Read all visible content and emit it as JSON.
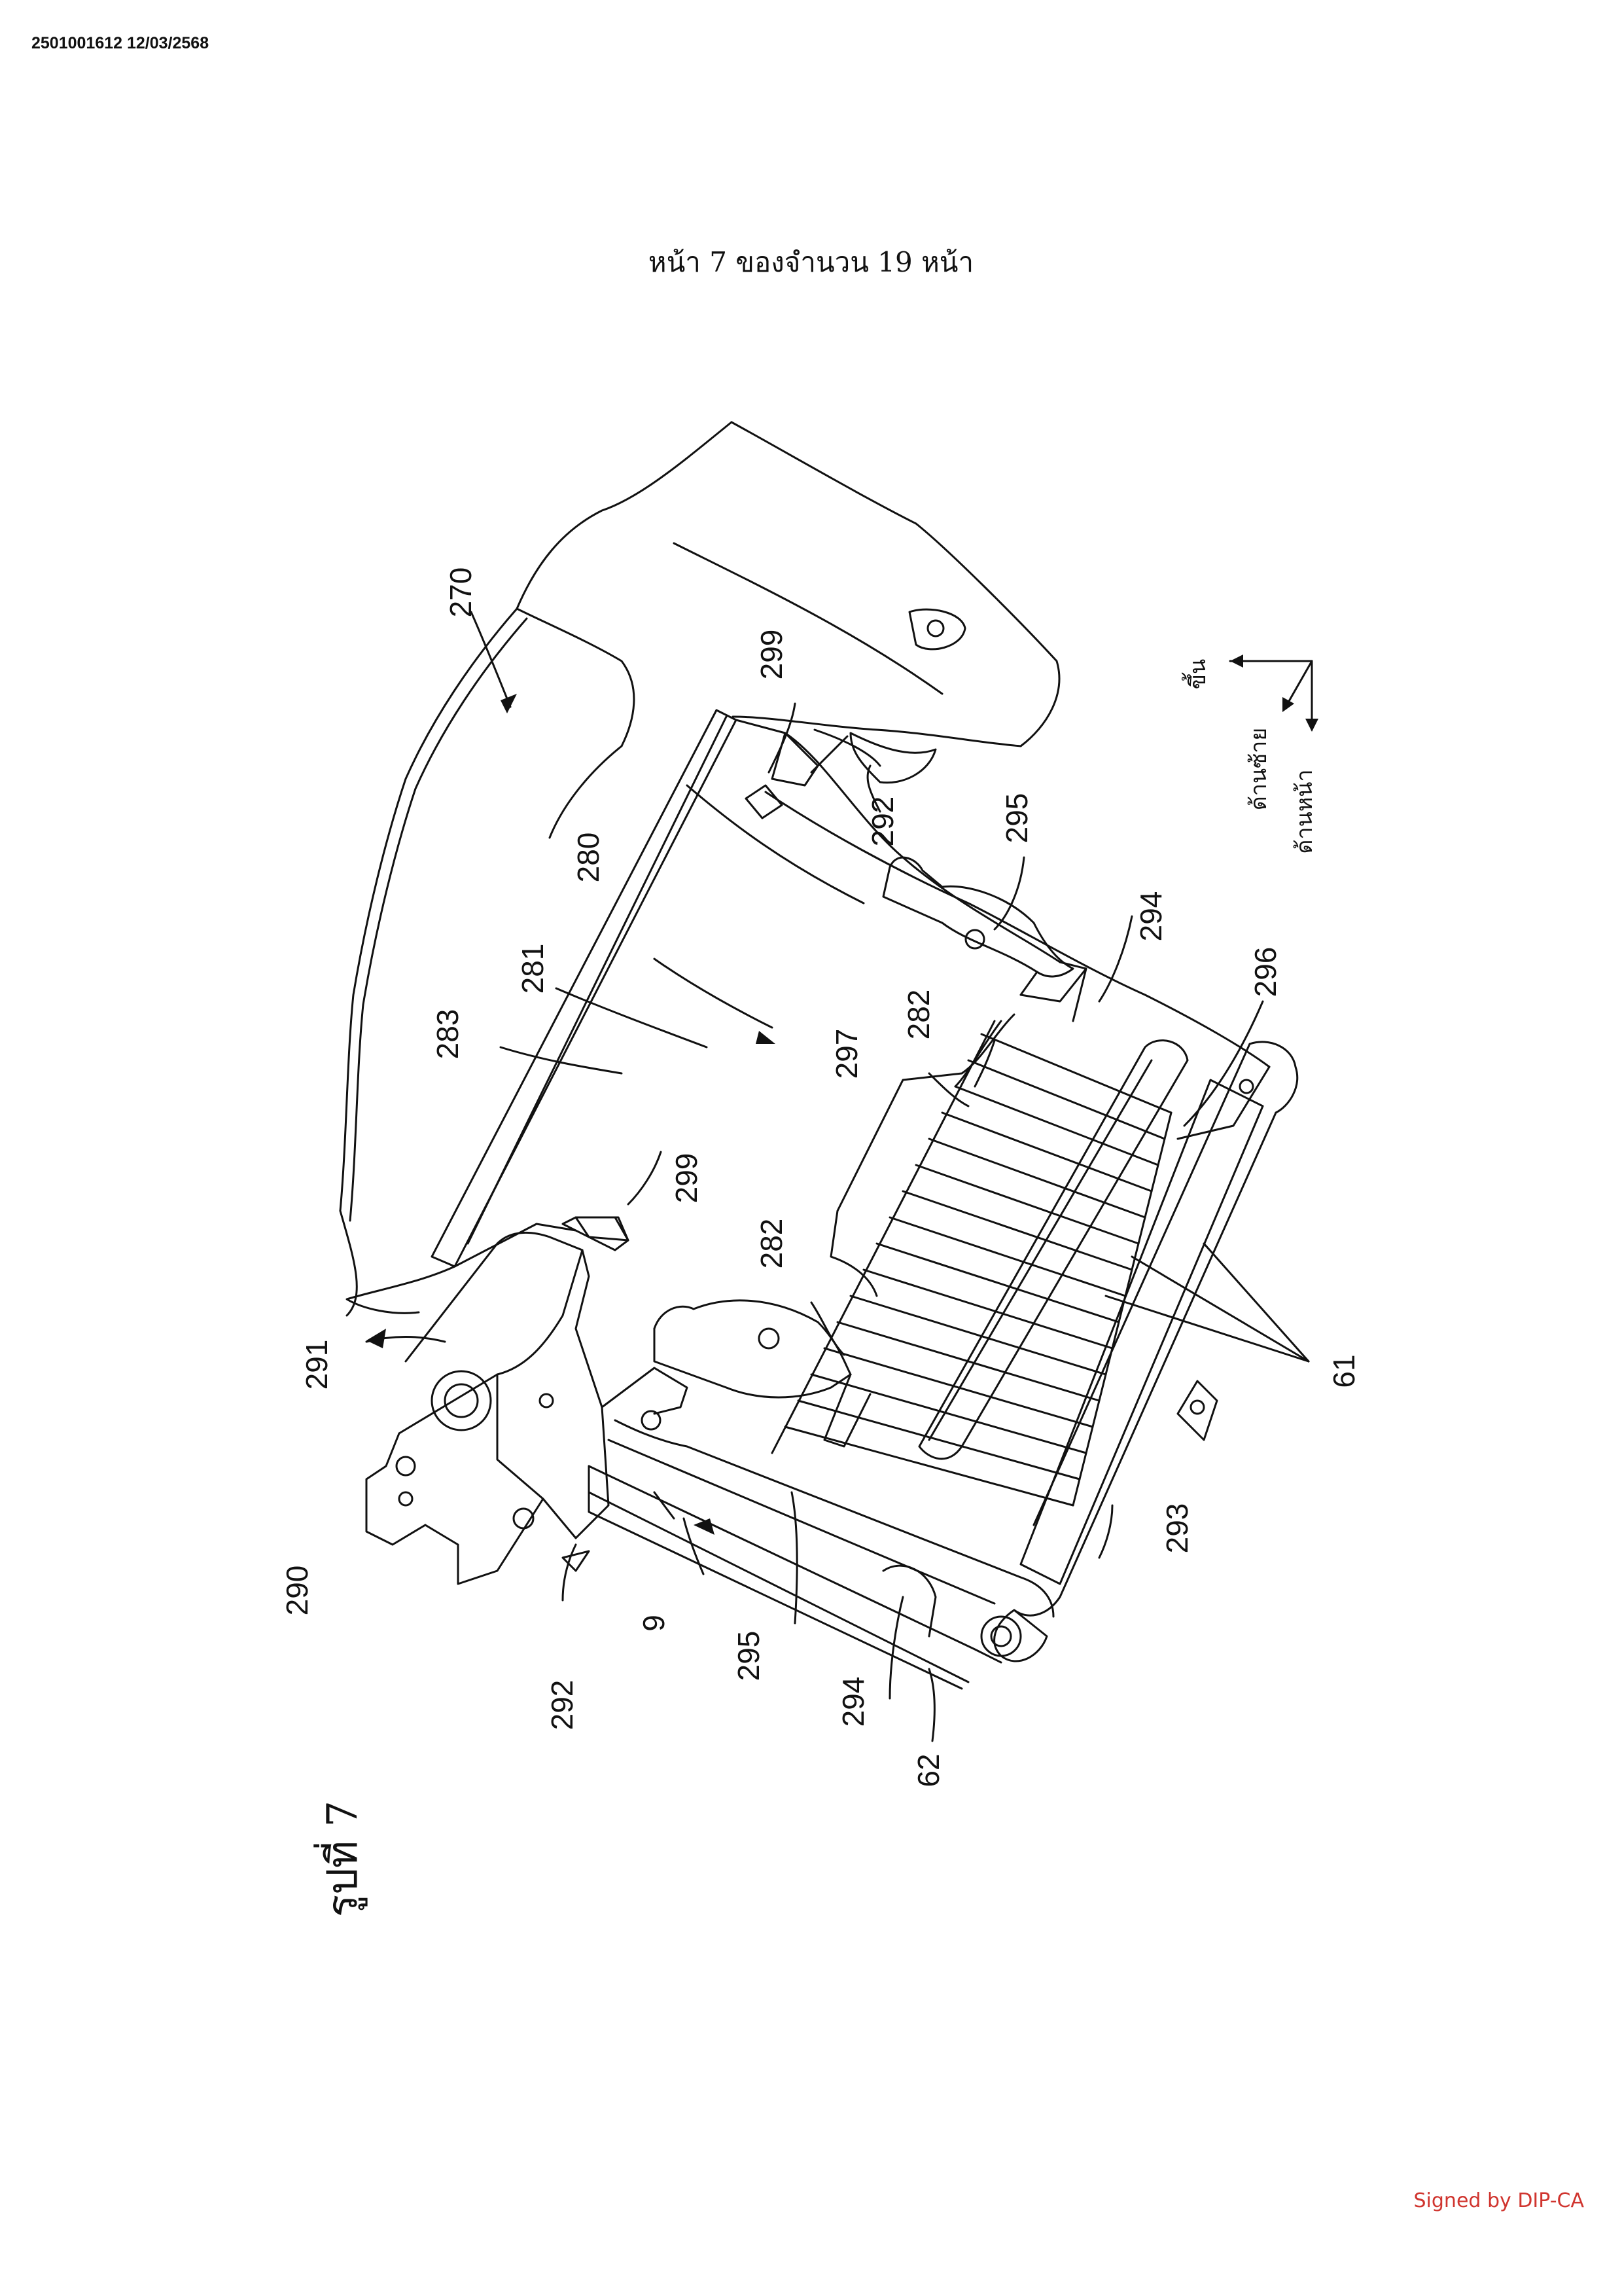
{
  "header": {
    "doc_id": "2501001612 12/03/2568"
  },
  "page_number": "หน้า 7 ของจำนวน 19 หน้า",
  "figure": {
    "title": "รูปที่ 7",
    "labels": [
      {
        "key": "l270",
        "text": "270"
      },
      {
        "key": "l299a",
        "text": "299"
      },
      {
        "key": "l292a",
        "text": "292"
      },
      {
        "key": "l295a",
        "text": "295"
      },
      {
        "key": "l280",
        "text": "280"
      },
      {
        "key": "l281",
        "text": "281"
      },
      {
        "key": "l283",
        "text": "283"
      },
      {
        "key": "l294a",
        "text": "294"
      },
      {
        "key": "l282a",
        "text": "282"
      },
      {
        "key": "l297",
        "text": "297"
      },
      {
        "key": "l296",
        "text": "296"
      },
      {
        "key": "l299b",
        "text": "299"
      },
      {
        "key": "l282b",
        "text": "282"
      },
      {
        "key": "l291",
        "text": "291"
      },
      {
        "key": "l61",
        "text": "61"
      },
      {
        "key": "l290",
        "text": "290"
      },
      {
        "key": "l293",
        "text": "293"
      },
      {
        "key": "l9",
        "text": "9"
      },
      {
        "key": "l295b",
        "text": "295"
      },
      {
        "key": "l292b",
        "text": "292"
      },
      {
        "key": "l294b",
        "text": "294"
      },
      {
        "key": "l62",
        "text": "62"
      }
    ],
    "direction": {
      "up": "ขึ้น",
      "left": "ด้านซ้าย",
      "front": "ด้านหน้า"
    }
  },
  "footer": {
    "signed": "Signed by DIP-CA"
  }
}
